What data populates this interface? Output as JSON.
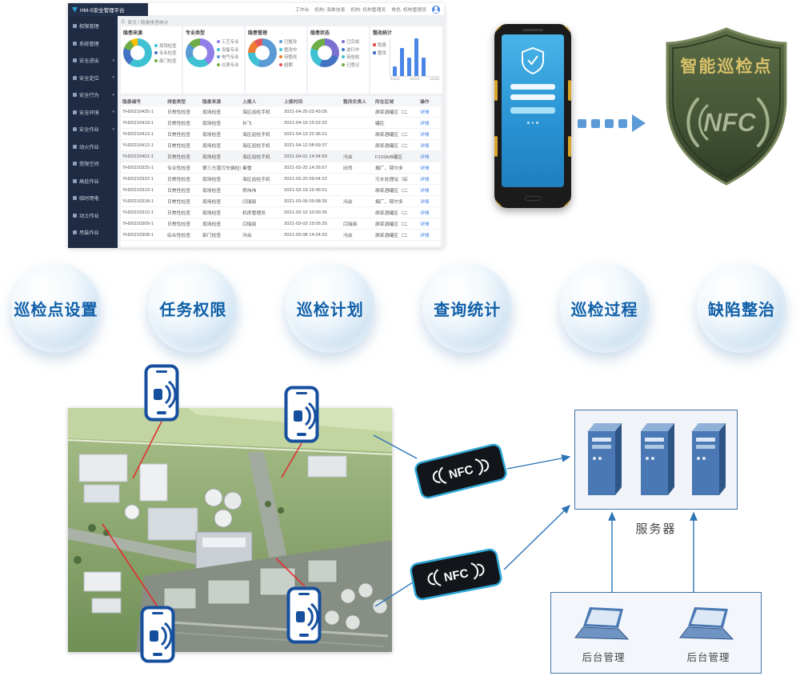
{
  "icons": {
    "chevron": "▾",
    "hamburger": "☰"
  },
  "dashboard": {
    "logo": "HM-S安全管理平台",
    "topbar": {
      "items": [
        "工作台",
        "机构: 海象信息",
        "机构: 机构管理员",
        "角色: 机构管理员"
      ]
    },
    "breadcrumb": "首页 / 隐患排查统计",
    "sidebar": [
      {
        "label": "权限管理"
      },
      {
        "label": "系统管理"
      },
      {
        "label": "安全进出",
        "chev": "▾"
      },
      {
        "label": "安全定位",
        "chev": "▾"
      },
      {
        "label": "安全行为",
        "chev": "▾"
      },
      {
        "label": "安全环境",
        "chev": "▾"
      },
      {
        "label": "安全作业",
        "chev": "▾"
      },
      {
        "label": "动火作业"
      },
      {
        "label": "受限空间"
      },
      {
        "label": "高处作业"
      },
      {
        "label": "临时用电"
      },
      {
        "label": "动土作业"
      },
      {
        "label": "吊装作业"
      }
    ],
    "panels": [
      {
        "title": "隐患来源",
        "segments": [
          {
            "color": "#3ec1d3",
            "value": 60
          },
          {
            "color": "#4472c4",
            "value": 20
          },
          {
            "color": "#70ad47",
            "value": 12
          },
          {
            "color": "#ffc000",
            "value": 8
          }
        ],
        "legend": [
          {
            "color": "#3ec1d3",
            "label": "现场检查"
          },
          {
            "color": "#4472c4",
            "label": "专业检查"
          },
          {
            "color": "#70ad47",
            "label": "部门检查"
          }
        ]
      },
      {
        "title": "专业类型",
        "segments": [
          {
            "color": "#8f7fe8",
            "value": 40
          },
          {
            "color": "#3ec1d3",
            "value": 28
          },
          {
            "color": "#5b9bd5",
            "value": 18
          },
          {
            "color": "#70ad47",
            "value": 14
          }
        ],
        "legend": [
          {
            "color": "#8f7fe8",
            "label": "工艺专业"
          },
          {
            "color": "#3ec1d3",
            "label": "设备专业"
          },
          {
            "color": "#5b9bd5",
            "label": "电气专业"
          },
          {
            "color": "#70ad47",
            "label": "仪表专业"
          }
        ]
      },
      {
        "title": "隐患管理",
        "segments": [
          {
            "color": "#5b9bd5",
            "value": 55
          },
          {
            "color": "#3ec1d3",
            "value": 20
          },
          {
            "color": "#ed7d31",
            "value": 15
          },
          {
            "color": "#e15759",
            "value": 10
          }
        ],
        "legend": [
          {
            "color": "#5b9bd5",
            "label": "已整改"
          },
          {
            "color": "#3ec1d3",
            "label": "整改中"
          },
          {
            "color": "#ed7d31",
            "label": "待整改"
          },
          {
            "color": "#e15759",
            "label": "超期"
          }
        ]
      },
      {
        "title": "隐患状态",
        "segments": [
          {
            "color": "#7b6fd0",
            "value": 30
          },
          {
            "color": "#4472c4",
            "value": 26
          },
          {
            "color": "#3ec1d3",
            "value": 24
          },
          {
            "color": "#70ad47",
            "value": 20
          }
        ],
        "legend": [
          {
            "color": "#7b6fd0",
            "label": "已完成"
          },
          {
            "color": "#4472c4",
            "label": "进行中"
          },
          {
            "color": "#3ec1d3",
            "label": "待验收"
          },
          {
            "color": "#70ad47",
            "label": "已登记"
          }
        ]
      }
    ],
    "stats": {
      "title": "整改统计",
      "legend": [
        {
          "color": "#e8554d",
          "label": "隐患"
        },
        {
          "color": "#4472c4",
          "label": "整改"
        }
      ],
      "bars": [
        1,
        3,
        2,
        4,
        2
      ],
      "x_ticks": [
        "04/21",
        "04/23",
        "04/25"
      ]
    },
    "table": {
      "headers": [
        "隐患编号",
        "排查类型",
        "隐患来源",
        "上报人",
        "上报时间",
        "整改负责人",
        "所在区域",
        "操作"
      ],
      "rows": [
        [
          "YH20210425-1",
          "日常性检查",
          "现场检查",
          "海区巡检手机",
          "2021-04-25 02:43:05",
          "",
          "原浆酒罐区（二",
          "详情"
        ],
        [
          "YH20210419-1",
          "日常性检查",
          "现场检查",
          "孙飞",
          "2021-04-19 15:52:22",
          "",
          "罐区",
          "详情"
        ],
        [
          "YH20210413-1",
          "日常性检查",
          "现场检查",
          "海区巡检手机",
          "2021-04-13 22:36:21",
          "",
          "原浆酒罐区（二",
          "详情"
        ],
        [
          "YH20210412-1",
          "日常性检查",
          "现场检查",
          "海区巡检手机",
          "2021-04-12 08:59:37",
          "",
          "原浆酒罐区（二",
          "详情"
        ],
        [
          "YH20210401-1",
          "日常性检查",
          "现场检查",
          "海区巡检手机",
          "2021-04-01 14:34:59",
          "冯焱",
          "F103A/B罐区",
          "详情"
        ],
        [
          "YH20210325-1",
          "专业性检查",
          "第三方潜污车辆检查",
          "秦雪",
          "2021-03-25 14:26:57",
          "欣然",
          "烟厂、鄂尔多",
          "详情"
        ],
        [
          "YH20210322-1",
          "日常性检查",
          "现场检查",
          "海区巡检手机",
          "2021-03-20 09:04:22",
          "",
          "污水处理站（综",
          "详情"
        ],
        [
          "YH20210319-1",
          "日常性检查",
          "现场检查",
          "郑伟伟",
          "2021-03-19 16:45:51",
          "",
          "原浆酒罐区（二",
          "详情"
        ],
        [
          "YH20210318-1",
          "日常性检查",
          "现场检查",
          "闫瑞丽",
          "2021-03-09 09:58:36",
          "冯焱",
          "烟厂、鄂尔多",
          "详情"
        ],
        [
          "YH20210310-1",
          "日常性检查",
          "现场检查",
          "机房管理员",
          "2021-03-10 10:00:35",
          "",
          "原浆酒罐区（二",
          "详情"
        ],
        [
          "YH20210309-1",
          "日常性检查",
          "现场检查",
          "闫瑞丽",
          "2021-03-03 15:05:25",
          "闫瑞丽",
          "原浆酒罐区（二",
          "详情"
        ],
        [
          "YH20210308-1",
          "综合性检查",
          "部门检查",
          "冯焱",
          "2021-03-08 14:24:20",
          "冯焱",
          "原浆酒罐区（二",
          "详情"
        ]
      ]
    }
  },
  "features": [
    {
      "label": "巡检点设置"
    },
    {
      "label": "任务权限"
    },
    {
      "label": "巡检计划"
    },
    {
      "label": "查询统计"
    },
    {
      "label": "巡检过程"
    },
    {
      "label": "缺陷整治"
    }
  ],
  "badge": {
    "title": "智能巡检点",
    "logo": "NFC"
  },
  "nfc_label": "NFC",
  "diagram": {
    "server_label": "服务器",
    "admins": [
      {
        "label": "后台管理"
      },
      {
        "label": "后台管理"
      }
    ]
  }
}
